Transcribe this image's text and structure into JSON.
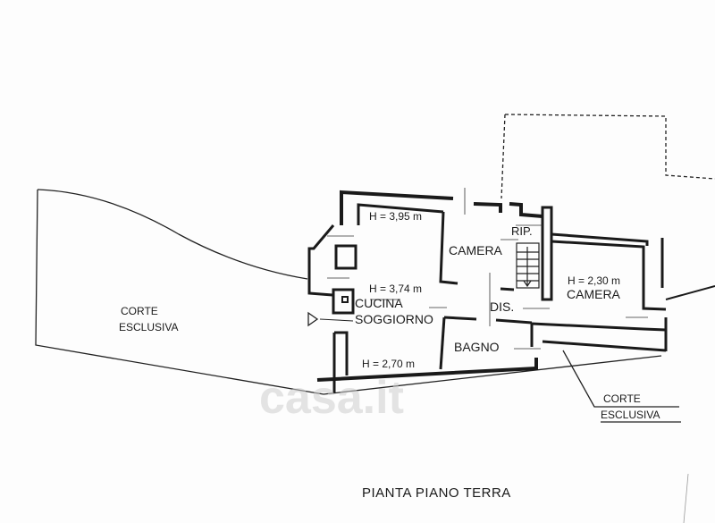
{
  "plan": {
    "title": "PIANTA PIANO TERRA",
    "rooms": {
      "camera_1": "CAMERA",
      "rip": "RIP.",
      "camera_2": "CAMERA",
      "cucina": "CUCINA",
      "soggiorno": "SOGGIORNO",
      "dis": "DIS.",
      "bagno": "BAGNO"
    },
    "heights": {
      "h1": "H = 3,95 m",
      "h2": "H = 3,74 m",
      "h3": "H = 2,70 m",
      "h4": "H = 2,30 m"
    },
    "corte_left": {
      "line1": "CORTE",
      "line2": "ESCLUSIVA"
    },
    "corte_right": {
      "line1": "CORTE",
      "line2": "ESCLUSIVA"
    }
  },
  "watermark": "casa.it",
  "colors": {
    "ink": "#1a1a1a",
    "paper": "#fdfdfd"
  }
}
